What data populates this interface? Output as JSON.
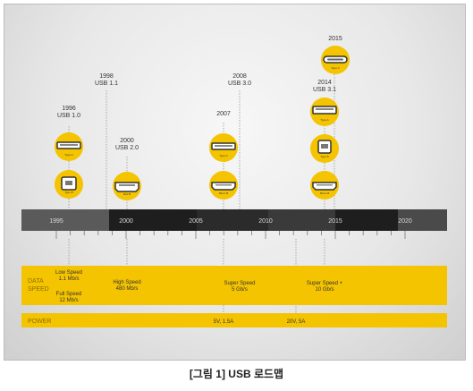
{
  "timeline": {
    "years": [
      "1995",
      "2000",
      "2005",
      "2010",
      "2015",
      "2020"
    ]
  },
  "milestones": [
    {
      "year": "1996",
      "version": "USB 1.0"
    },
    {
      "year": "1998",
      "version": "USB 1.1"
    },
    {
      "year": "2000",
      "version": "USB 2.0"
    },
    {
      "year": "2007",
      "version": ""
    },
    {
      "year": "2008",
      "version": "USB 3.0"
    },
    {
      "year": "2014",
      "version": "USB 3.1"
    },
    {
      "year": "2015",
      "version": ""
    }
  ],
  "connectors": {
    "type_a": "Type A",
    "type_b": "Type B",
    "mini_b": "Mini B",
    "micro_a": "Micro A",
    "micro_b": "Micro B",
    "type_c": "Type C"
  },
  "data_speed": {
    "label_line1": "DATA",
    "label_line2": "SPEED",
    "low_speed_1": "Low Speed",
    "low_speed_2": "1.1 Mb/s",
    "full_speed_1": "Full Speed",
    "full_speed_2": "12 Mb/s",
    "high_speed_1": "High Speed",
    "high_speed_2": "480 Mb/s",
    "super_speed_1": "Super Speed",
    "super_speed_2": "5 Gb/s",
    "super_speed_plus_1": "Super Speed +",
    "super_speed_plus_2": "10 Gb/s"
  },
  "power": {
    "label": "POWER",
    "p1": "5V, 1.5A",
    "p2": "20V, 5A"
  },
  "colors": {
    "accent": "#f5c400",
    "bar_dark": "#1e1e1e",
    "bar_light": "#5a5a5a"
  },
  "caption": "[그림 1] USB 로드맵"
}
